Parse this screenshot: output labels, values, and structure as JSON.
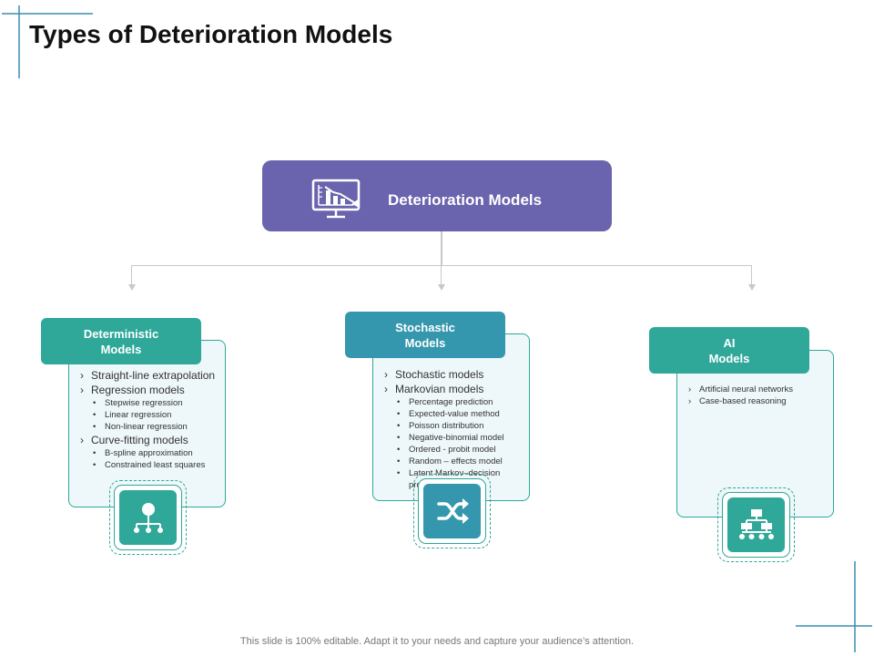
{
  "title": "Types of Deterioration Models",
  "root": {
    "label": "Deterioration Models",
    "icon": "monitor-chart-icon"
  },
  "branches": [
    {
      "title_line1": "Deterministic",
      "title_line2": "Models",
      "icon": "hierarchy-icon",
      "items": [
        {
          "level": 1,
          "text": "Straight-line extrapolation"
        },
        {
          "level": 1,
          "text": "Regression  models"
        },
        {
          "level": 2,
          "text": "Stepwise regression"
        },
        {
          "level": 2,
          "text": "Linear regression"
        },
        {
          "level": 2,
          "text": "Non-linear regression"
        },
        {
          "level": 1,
          "text": "Curve-fitting  models"
        },
        {
          "level": 2,
          "text": "B-spline approximation"
        },
        {
          "level": 2,
          "text": "Constrained least squares"
        }
      ]
    },
    {
      "title_line1": "Stochastic",
      "title_line2": "Models",
      "icon": "shuffle-icon",
      "items": [
        {
          "level": 1,
          "text": "Stochastic models"
        },
        {
          "level": 1,
          "text": "Markovian  models"
        },
        {
          "level": 2,
          "text": "Percentage prediction"
        },
        {
          "level": 2,
          "text": "Expected-value method"
        },
        {
          "level": 2,
          "text": "Poisson distribution"
        },
        {
          "level": 2,
          "text": "Negative-binomial model"
        },
        {
          "level": 2,
          "text": "Ordered - probit model"
        },
        {
          "level": 2,
          "text": "Random – effects model"
        },
        {
          "level": 2,
          "text": "Latent Markov–decision process"
        }
      ]
    },
    {
      "title_line1": "AI",
      "title_line2": "Models",
      "icon": "network-chart-icon",
      "items": [
        {
          "level": 1,
          "text": "Artificial neural networks"
        },
        {
          "level": 1,
          "text": "Case-based reasoning"
        }
      ]
    }
  ],
  "footer": "This slide is 100% editable. Adapt it to your needs and capture your audience’s attention.",
  "colors": {
    "root": "#6a63ad",
    "teal": "#2fa89a",
    "blue": "#3497ad",
    "card_bg": "#eef7f9"
  }
}
